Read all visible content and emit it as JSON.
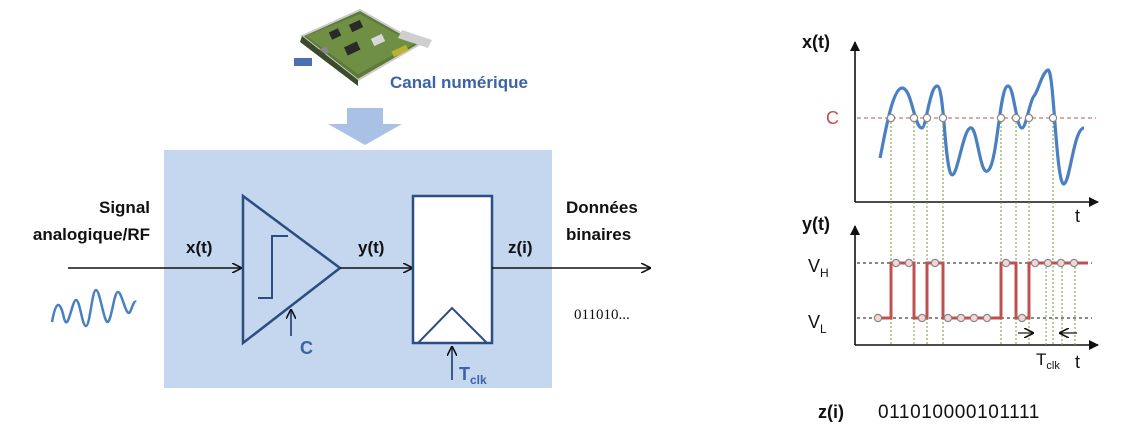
{
  "channel": {
    "label": "Canal numérique"
  },
  "input": {
    "label_line1": "Signal",
    "label_line2": "analogique/RF",
    "signal": "x(t)"
  },
  "comparator": {
    "output": "y(t)",
    "threshold": "C"
  },
  "flipflop": {
    "output": "z(i)",
    "clock_main": "T",
    "clock_sub": "clk"
  },
  "output": {
    "label_line1": "Données",
    "label_line2": "binaires",
    "sample_bits": "011010..."
  },
  "plot_x": {
    "ylabel": "x(t)",
    "xlabel": "t",
    "threshold": "C"
  },
  "plot_y": {
    "ylabel": "y(t)",
    "xlabel": "t",
    "vh_main": "V",
    "vh_sub": "H",
    "vl_main": "V",
    "vl_sub": "L",
    "tclk_main": "T",
    "tclk_sub": "clk"
  },
  "bits": {
    "label": "z(i)",
    "value": "011010000101111"
  },
  "colors": {
    "panel": "#c5d6ef",
    "arrow_fill": "#a9c1e5",
    "signal": "#4a7fc1",
    "square": "#c0504d",
    "text_blue": "#3b63a6"
  }
}
